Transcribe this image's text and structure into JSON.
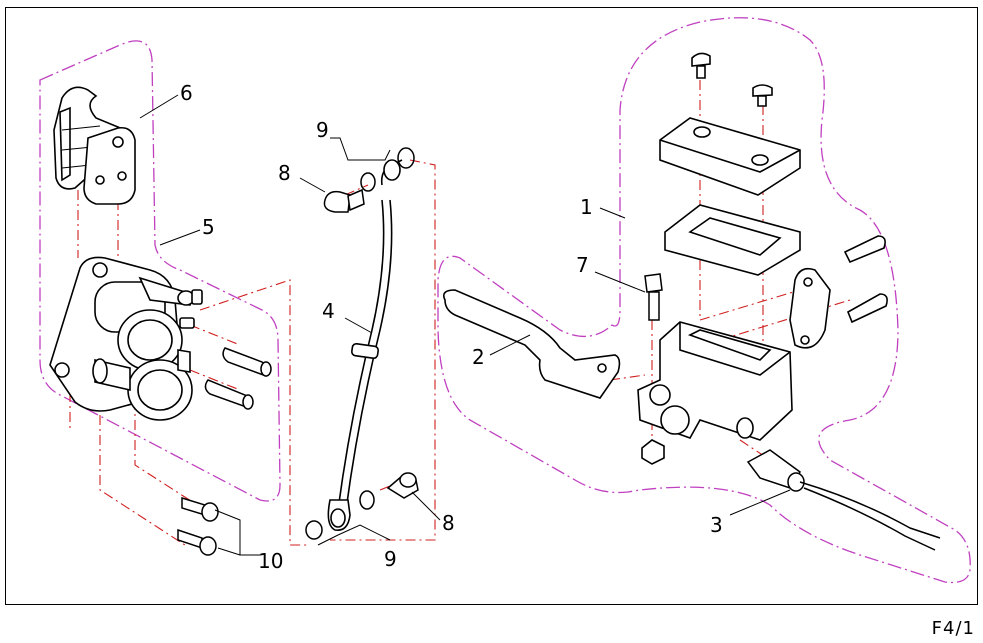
{
  "diagram": {
    "page_code": "F4/1",
    "callouts": [
      {
        "id": "1",
        "label": "1"
      },
      {
        "id": "2",
        "label": "2"
      },
      {
        "id": "3",
        "label": "3"
      },
      {
        "id": "4",
        "label": "4"
      },
      {
        "id": "5",
        "label": "5"
      },
      {
        "id": "6",
        "label": "6"
      },
      {
        "id": "7",
        "label": "7"
      },
      {
        "id": "8a",
        "label": "8"
      },
      {
        "id": "8b",
        "label": "8"
      },
      {
        "id": "9a",
        "label": "9"
      },
      {
        "id": "9b",
        "label": "9"
      },
      {
        "id": "10",
        "label": "10"
      }
    ],
    "colors": {
      "group_outline": "#c040c0",
      "assembly_line": "#d02020",
      "ink": "#000000"
    }
  }
}
